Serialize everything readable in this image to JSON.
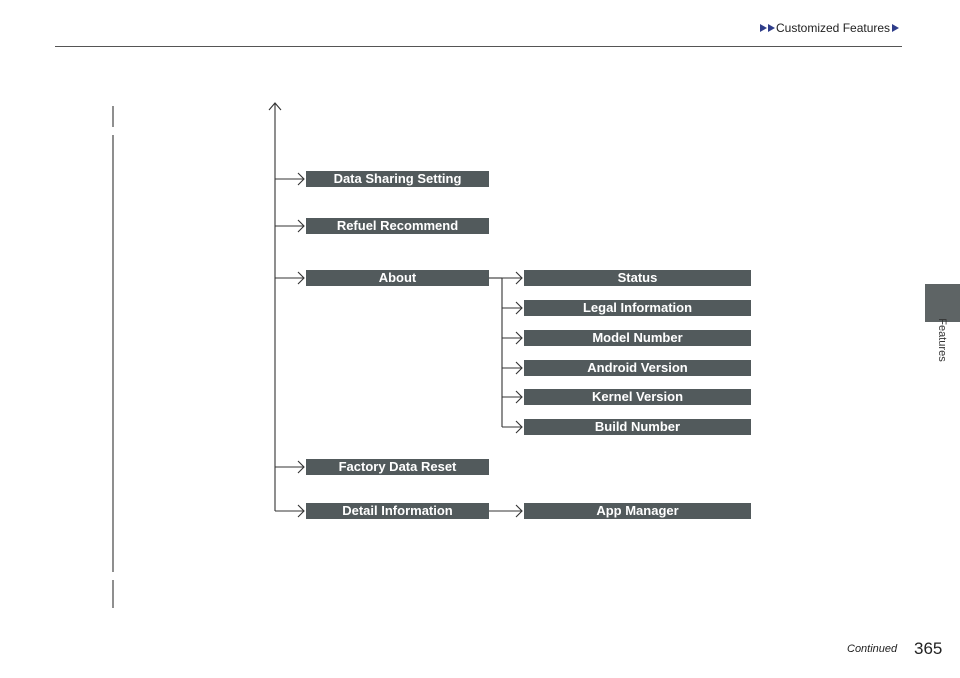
{
  "header": {
    "breadcrumb": "Customized Features"
  },
  "side_tab": {
    "label": "Features"
  },
  "menu": {
    "column1": [
      "Data Sharing Setting",
      "Refuel Recommend",
      "About",
      "Factory Data Reset",
      "Detail Information"
    ],
    "about_submenu": [
      "Status",
      "Legal Information",
      "Model Number",
      "Android Version",
      "Kernel Version",
      "Build Number"
    ],
    "detail_submenu": [
      "App Manager"
    ]
  },
  "footer": {
    "continued": "Continued",
    "page_number": "365"
  }
}
